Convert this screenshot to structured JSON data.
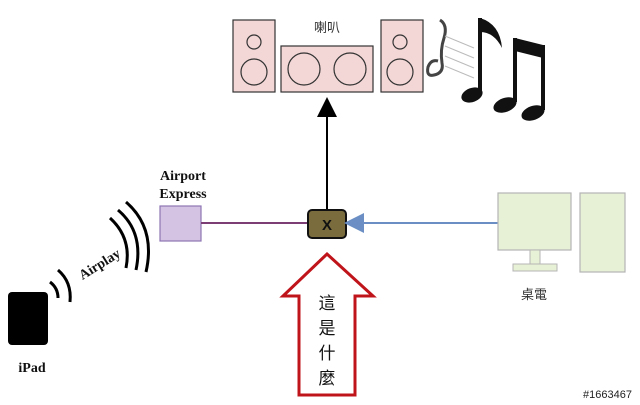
{
  "labels": {
    "speakers": "喇叭",
    "airport_express": "Airport\nExpress",
    "airplay": "Airplay",
    "ipad": "iPad",
    "desktop": "桌電",
    "junction": "X",
    "question": "這是什麼"
  },
  "watermark": "#1663467",
  "colors": {
    "speaker_fill": "#f3d6d6",
    "airport_fill": "#d4c3e3",
    "airport_stroke": "#8e74b3",
    "junction_fill": "#7a6c3c",
    "purple_line": "#7b3d74",
    "blue_line": "#6b8fc4",
    "desktop_fill": "#e6f1d6",
    "desktop_stroke": "#b5b5b5",
    "arrow_stroke": "#c0141b"
  },
  "icons": [
    "music-notes-icon",
    "speaker-set-icon",
    "ipad-icon",
    "desktop-computer-icon",
    "wifi-waves-icon"
  ]
}
